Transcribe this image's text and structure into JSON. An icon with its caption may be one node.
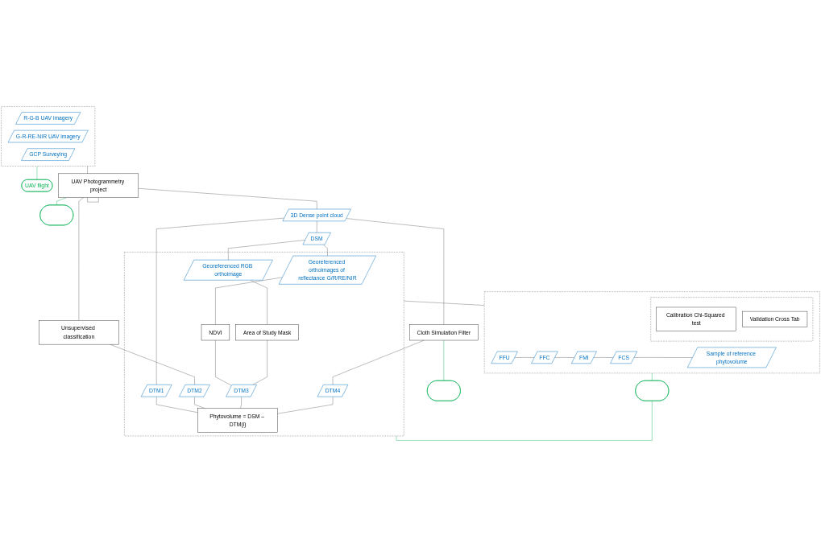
{
  "diagram": {
    "nodes": [
      {
        "text": [],
        "shape": "box"
      },
      {
        "text": [
          "R-G-B UAV imagery"
        ],
        "in": 0
      },
      {
        "text": [
          "G-R-RE-NIR UAV imagery"
        ],
        "in": 0
      },
      {
        "text": [
          "GCP Surveying"
        ],
        "in": 0
      },
      {
        "text": [
          "UAV flight"
        ]
      },
      {
        "text": [
          "Unsupervised classification"
        ]
      },
      {
        "text": [
          "UAV Photogrammetry project"
        ]
      },
      {
        "text": [],
        "shape": "ellipse"
      },
      {
        "text": [
          "3D Dense point cloud"
        ]
      },
      {
        "text": [
          "DSM"
        ]
      },
      {
        "text": [
          "Cloth Simulation Filter"
        ]
      },
      {
        "text": [],
        "shape": "ellipse"
      },
      {
        "text": [],
        "shape": "box"
      },
      {
        "text": [
          "Georeferenced orthoimages of reflectance G/R/RE/NIR"
        ],
        "in": 12
      },
      {
        "text": [
          "Georeferenced RGB orthoimage"
        ],
        "in": 12
      },
      {
        "text": [
          "NDVI"
        ],
        "in": 12
      },
      {
        "text": [
          "Area of Study Mask"
        ],
        "in": 12
      },
      {
        "text": [
          "DTM1"
        ],
        "in": 12
      },
      {
        "text": [
          "DTM2"
        ],
        "in": 12
      },
      {
        "text": [
          "DTM3"
        ],
        "in": 12
      },
      {
        "text": [
          "DTM4"
        ],
        "in": 12
      },
      {
        "text": [
          "Phytovolume = DSM – DTM(i)"
        ],
        "in": 12
      },
      {
        "text": [],
        "shape": "ellipse"
      },
      {
        "text": [],
        "shape": "box"
      },
      {
        "text": [
          "FFU"
        ],
        "in": 23
      },
      {
        "text": [
          "FFC"
        ],
        "in": 23
      },
      {
        "text": [
          "FMI"
        ],
        "in": 23
      },
      {
        "text": [
          "FCS"
        ],
        "in": 23
      },
      {
        "text": [
          "Sample of reference phytovolume"
        ],
        "in": 23
      },
      {
        "text": [],
        "shape": "box",
        "in": 23
      },
      {
        "text": [
          "Calibration Chi-Squared test"
        ],
        "in": 29
      },
      {
        "text": [
          "Validation Cross Tab"
        ],
        "in": 29
      }
    ],
    "edges": [
      {
        "from": 0,
        "to": 4,
        "arrow": "none",
        "color": "#00b050"
      },
      {
        "from": 0,
        "to": 6,
        "arrow": "none"
      },
      {
        "from": 6,
        "to": 5,
        "arrow": "none"
      },
      {
        "from": 6,
        "to": 7,
        "arrow": "none",
        "color": "#00b050"
      },
      {
        "from": 6,
        "to": 8,
        "arrow": "none"
      },
      {
        "from": 8,
        "to": 17,
        "arrow": "none"
      },
      {
        "from": 5,
        "to": 18,
        "arrow": "none"
      },
      {
        "from": 8,
        "to": 9,
        "arrow": "none"
      },
      {
        "from": 8,
        "to": 10,
        "arrow": "none"
      },
      {
        "from": 10,
        "to": 11,
        "arrow": "none",
        "color": "#00b050"
      },
      {
        "from": 10,
        "to": 20,
        "arrow": "none"
      },
      {
        "from": 9,
        "to": 13,
        "arrow": "none"
      },
      {
        "from": 9,
        "to": 14,
        "arrow": "none"
      },
      {
        "from": 13,
        "to": 15,
        "arrow": "none"
      },
      {
        "from": 14,
        "to": 16,
        "arrow": "none"
      },
      {
        "from": 15,
        "to": 19,
        "arrow": "none"
      },
      {
        "from": 16,
        "to": 19,
        "arrow": "none"
      },
      {
        "from": 17,
        "to": 21,
        "arrow": "none"
      },
      {
        "from": 18,
        "to": 21,
        "arrow": "none"
      },
      {
        "from": 19,
        "to": 21,
        "arrow": "none"
      },
      {
        "from": 20,
        "to": 21,
        "arrow": "none"
      },
      {
        "from": 12,
        "to": 23,
        "arrow": "none"
      },
      {
        "from": 12,
        "to": 22,
        "arrow": "none",
        "color": "#00b050"
      },
      {
        "from": 23,
        "to": 22,
        "arrow": "none",
        "color": "#00b050"
      },
      {
        "from": 24,
        "to": 25,
        "arrow": "none"
      },
      {
        "from": 25,
        "to": 26,
        "arrow": "none"
      },
      {
        "from": 26,
        "to": 27,
        "arrow": "none"
      },
      {
        "from": 27,
        "to": 28,
        "arrow": "none"
      }
    ]
  }
}
